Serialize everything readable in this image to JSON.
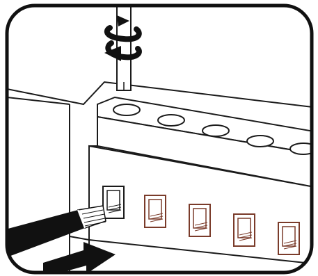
{
  "illustration": {
    "subject": "terminal-block-wire-insertion",
    "screw_terminal_count": 5,
    "wire_slot_count": 5,
    "highlighted_slot_index": 0,
    "icons": [
      "screwdriver-icon",
      "rotation-arrow-icon",
      "insertion-arrow-icon",
      "wire-icon"
    ],
    "colors": {
      "line": "#1a1a1a",
      "fill": "#ffffff",
      "slot_outline_accent": "#7a3b2a",
      "wire_insulation": "#111111",
      "wire_strand": "#ffffff",
      "panel_stroke": "#111111"
    }
  }
}
